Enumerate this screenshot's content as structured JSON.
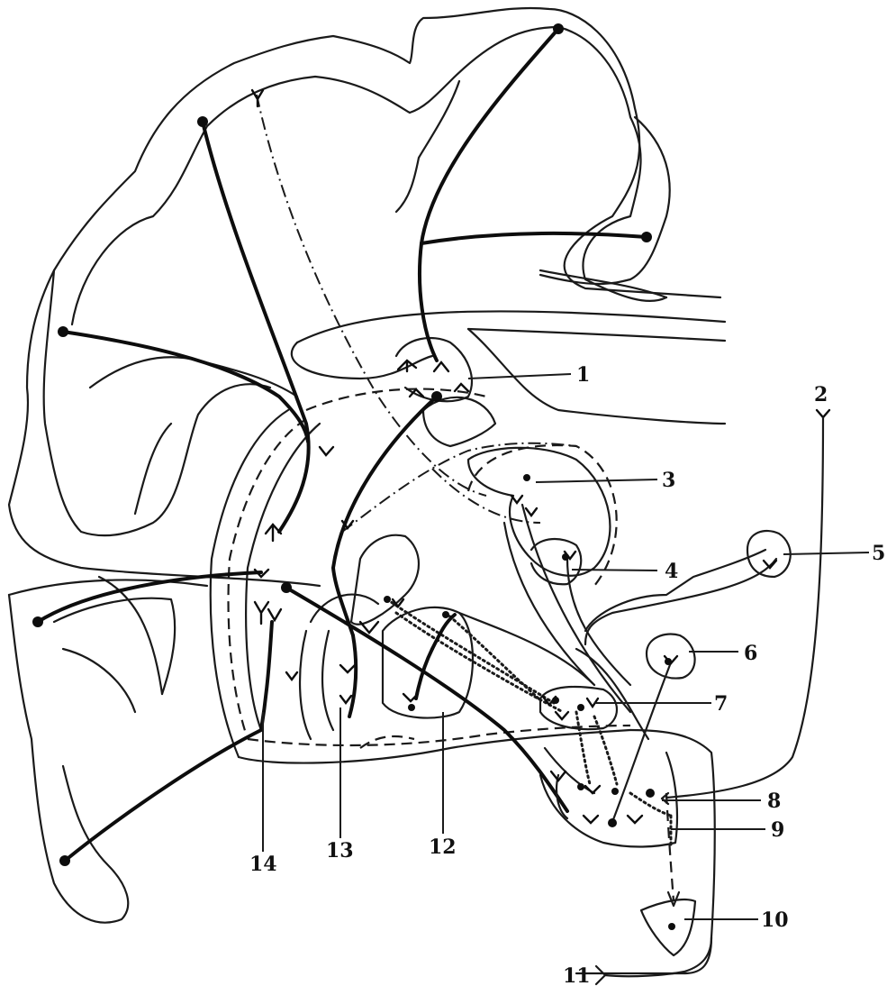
{
  "labels": [
    {
      "key": "l1",
      "text": "1"
    },
    {
      "key": "l2",
      "text": "2"
    },
    {
      "key": "l3",
      "text": "3"
    },
    {
      "key": "l4",
      "text": "4"
    },
    {
      "key": "l5",
      "text": "5"
    },
    {
      "key": "l6",
      "text": "6"
    },
    {
      "key": "l7",
      "text": "7"
    },
    {
      "key": "l8",
      "text": "8"
    },
    {
      "key": "l9",
      "text": "9"
    },
    {
      "key": "l10",
      "text": "10"
    },
    {
      "key": "l11",
      "text": "11"
    },
    {
      "key": "l12",
      "text": "12"
    },
    {
      "key": "l13",
      "text": "13"
    },
    {
      "key": "l14",
      "text": "14"
    }
  ]
}
